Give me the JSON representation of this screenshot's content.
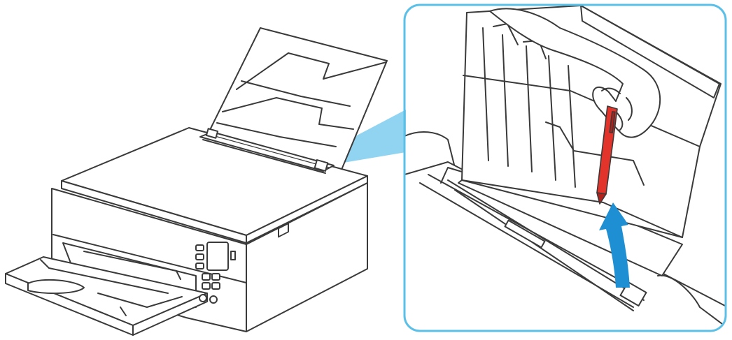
{
  "illustration": {
    "kind": "printer-setup-diagram",
    "step": "open-rear-tray-slot-cover-with-pen",
    "colors": {
      "line": "#3a3a3a",
      "paper": "#ffffff",
      "printer_body": "#ffffff",
      "callout_border": "#5bc0e8",
      "callout_beam": "#7ccdef",
      "arrow": "#1f8fd4",
      "pen": "#e2342b",
      "pen_dark": "#b3211b"
    },
    "icons": [
      "printer-icon",
      "callout-frame",
      "hand-icon",
      "pen-icon",
      "curved-up-arrow-icon"
    ]
  }
}
